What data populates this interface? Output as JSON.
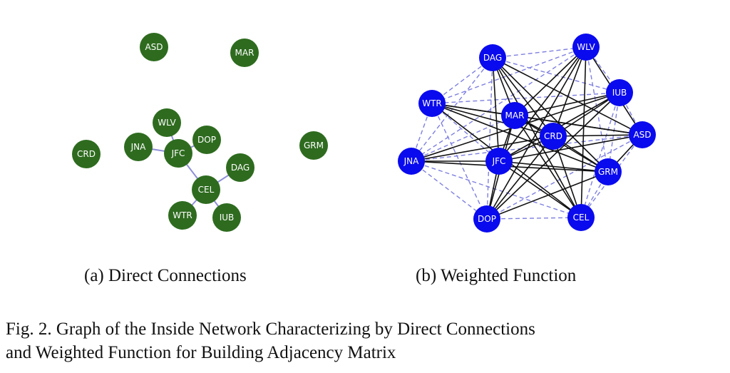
{
  "panels": [
    {
      "id": "a",
      "caption": "(a) Direct Connections",
      "node_color": "#2e6b1f",
      "edge_color": "#8f8fd8",
      "nodes": [
        "ASD",
        "MAR",
        "WLV",
        "DOP",
        "JNA",
        "JFC",
        "CRD",
        "GRM",
        "DAG",
        "CEL",
        "WTR",
        "IUB"
      ],
      "edges": [
        [
          "WLV",
          "JFC"
        ],
        [
          "JNA",
          "JFC"
        ],
        [
          "DOP",
          "JFC"
        ],
        [
          "JFC",
          "CEL"
        ],
        [
          "DAG",
          "CEL"
        ],
        [
          "CEL",
          "WTR"
        ],
        [
          "CEL",
          "IUB"
        ]
      ]
    },
    {
      "id": "b",
      "caption": "(b) Weighted Function",
      "node_color": "#0a0aee",
      "solid_edge_color": "#111111",
      "dashed_edge_color": "#7f7fe0",
      "nodes": [
        "DAG",
        "WLV",
        "IUB",
        "WTR",
        "MAR",
        "CRD",
        "ASD",
        "JNA",
        "JFC",
        "GRM",
        "DOP",
        "CEL"
      ],
      "solid_edges": [
        [
          "DAG",
          "MAR"
        ],
        [
          "DAG",
          "CRD"
        ],
        [
          "DAG",
          "GRM"
        ],
        [
          "DAG",
          "JFC"
        ],
        [
          "DAG",
          "CEL"
        ],
        [
          "DAG",
          "ASD"
        ],
        [
          "WLV",
          "MAR"
        ],
        [
          "WLV",
          "JFC"
        ],
        [
          "WLV",
          "CEL"
        ],
        [
          "WLV",
          "DOP"
        ],
        [
          "WLV",
          "CRD"
        ],
        [
          "WLV",
          "ASD"
        ],
        [
          "IUB",
          "MAR"
        ],
        [
          "IUB",
          "JFC"
        ],
        [
          "IUB",
          "JNA"
        ],
        [
          "IUB",
          "DOP"
        ],
        [
          "IUB",
          "CRD"
        ],
        [
          "WTR",
          "MAR"
        ],
        [
          "WTR",
          "CRD"
        ],
        [
          "WTR",
          "ASD"
        ],
        [
          "WTR",
          "GRM"
        ],
        [
          "WTR",
          "CEL"
        ],
        [
          "MAR",
          "JFC"
        ],
        [
          "MAR",
          "CRD"
        ],
        [
          "MAR",
          "GRM"
        ],
        [
          "MAR",
          "CEL"
        ],
        [
          "MAR",
          "ASD"
        ],
        [
          "MAR",
          "DOP"
        ],
        [
          "CRD",
          "JFC"
        ],
        [
          "CRD",
          "GRM"
        ],
        [
          "CRD",
          "DOP"
        ],
        [
          "CRD",
          "CEL"
        ],
        [
          "CRD",
          "JNA"
        ],
        [
          "CRD",
          "ASD"
        ],
        [
          "JFC",
          "GRM"
        ],
        [
          "JFC",
          "ASD"
        ],
        [
          "JFC",
          "DOP"
        ],
        [
          "JFC",
          "CEL"
        ],
        [
          "JNA",
          "JFC"
        ],
        [
          "JNA",
          "GRM"
        ],
        [
          "GRM",
          "DOP"
        ],
        [
          "GRM",
          "ASD"
        ]
      ],
      "dashed_edges": [
        [
          "DAG",
          "WLV"
        ],
        [
          "DAG",
          "WTR"
        ],
        [
          "DAG",
          "IUB"
        ],
        [
          "DAG",
          "JNA"
        ],
        [
          "DAG",
          "DOP"
        ],
        [
          "WLV",
          "IUB"
        ],
        [
          "WLV",
          "WTR"
        ],
        [
          "WLV",
          "GRM"
        ],
        [
          "WLV",
          "JNA"
        ],
        [
          "IUB",
          "ASD"
        ],
        [
          "IUB",
          "WTR"
        ],
        [
          "IUB",
          "GRM"
        ],
        [
          "IUB",
          "CEL"
        ],
        [
          "WTR",
          "JNA"
        ],
        [
          "WTR",
          "JFC"
        ],
        [
          "WTR",
          "DOP"
        ],
        [
          "ASD",
          "GRM"
        ],
        [
          "ASD",
          "CEL"
        ],
        [
          "ASD",
          "DOP"
        ],
        [
          "ASD",
          "JNA"
        ],
        [
          "JNA",
          "DOP"
        ],
        [
          "JNA",
          "CEL"
        ],
        [
          "JNA",
          "MAR"
        ],
        [
          "DOP",
          "CEL"
        ],
        [
          "GRM",
          "CEL"
        ]
      ]
    }
  ],
  "figure_caption": {
    "line1": "Fig. 2.  Graph of the Inside Network Characterizing by Direct Connections",
    "line2": "and Weighted Function for Building Adjacency Matrix"
  }
}
